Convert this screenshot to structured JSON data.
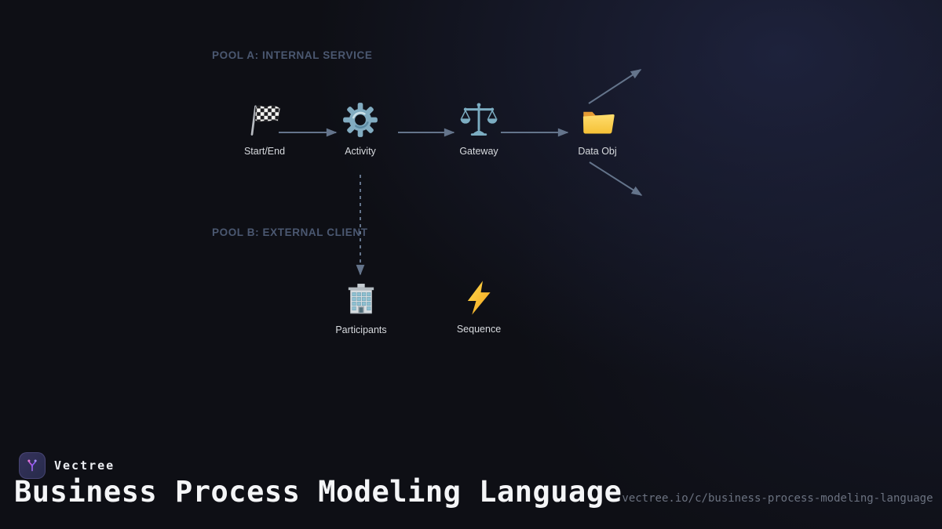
{
  "diagram": {
    "pools": [
      {
        "label": "POOL A: INTERNAL SERVICE"
      },
      {
        "label": "POOL B: EXTERNAL CLIENT"
      }
    ],
    "nodes": [
      {
        "label": "Start/End",
        "icon": "checkered-flag"
      },
      {
        "label": "Activity",
        "icon": "gear"
      },
      {
        "label": "Gateway",
        "icon": "balance-scale"
      },
      {
        "label": "Data Obj",
        "icon": "folder"
      },
      {
        "label": "Participants",
        "icon": "office-building"
      },
      {
        "label": "Sequence",
        "icon": "lightning-bolt"
      }
    ],
    "edges": [
      {
        "from": "Start/End",
        "to": "Activity",
        "style": "solid"
      },
      {
        "from": "Activity",
        "to": "Gateway",
        "style": "solid"
      },
      {
        "from": "Gateway",
        "to": "Data Obj",
        "style": "solid"
      },
      {
        "from": "Data Obj",
        "to": "out-up-right",
        "style": "solid"
      },
      {
        "from": "Data Obj",
        "to": "out-down-right",
        "style": "solid"
      },
      {
        "from": "Activity",
        "to": "Participants",
        "style": "dashed"
      }
    ],
    "arrow_color": "#64748b",
    "pool_label_color": "#4b5871"
  },
  "footer": {
    "brand": "Vectree",
    "title": "Business Process Modeling Language",
    "url": "vectree.io/c/business-process-modeling-language"
  }
}
